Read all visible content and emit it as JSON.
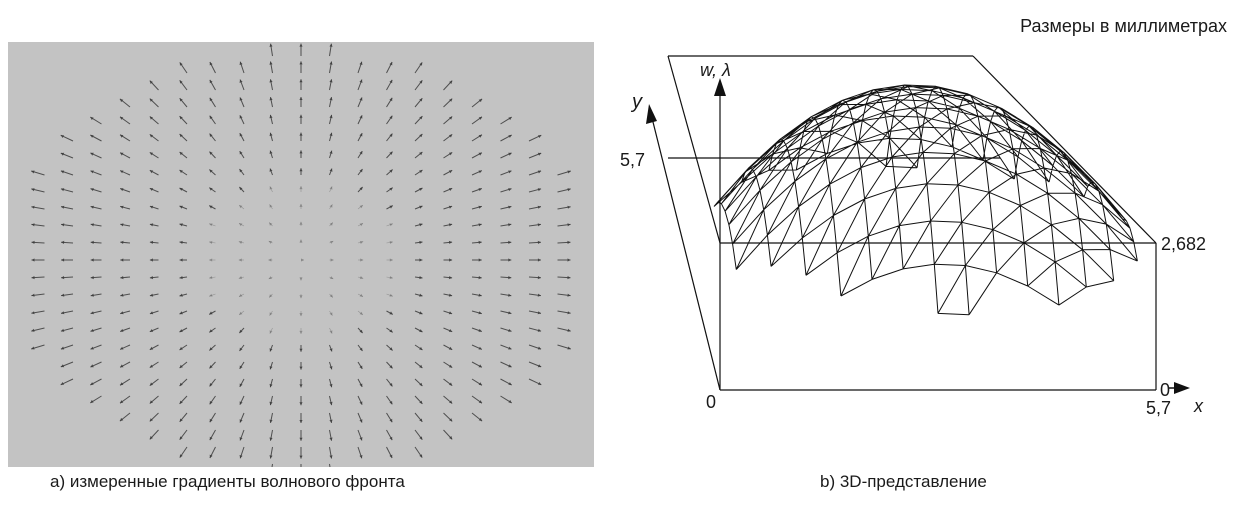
{
  "header": {
    "units_note": "Размеры в миллиметрах"
  },
  "panel_a": {
    "caption": "a) измеренные градиенты волнового фронта",
    "content": "wavefront-gradient-arrow-field"
  },
  "panel_b": {
    "caption": "b) 3D-представление",
    "axes": {
      "y_label": "y",
      "w_label": "w, λ",
      "x_label": "x",
      "y_max": "5,7",
      "w_max": "2,682",
      "origin_left": "0",
      "origin_right": "0",
      "x_max": "5,7"
    },
    "content": "dome-shaped-triangulated-wavefront-surface"
  },
  "colors": {
    "panel_bg": "#c3c3c3",
    "arrow": "#3a3a3a",
    "line": "#111111"
  }
}
